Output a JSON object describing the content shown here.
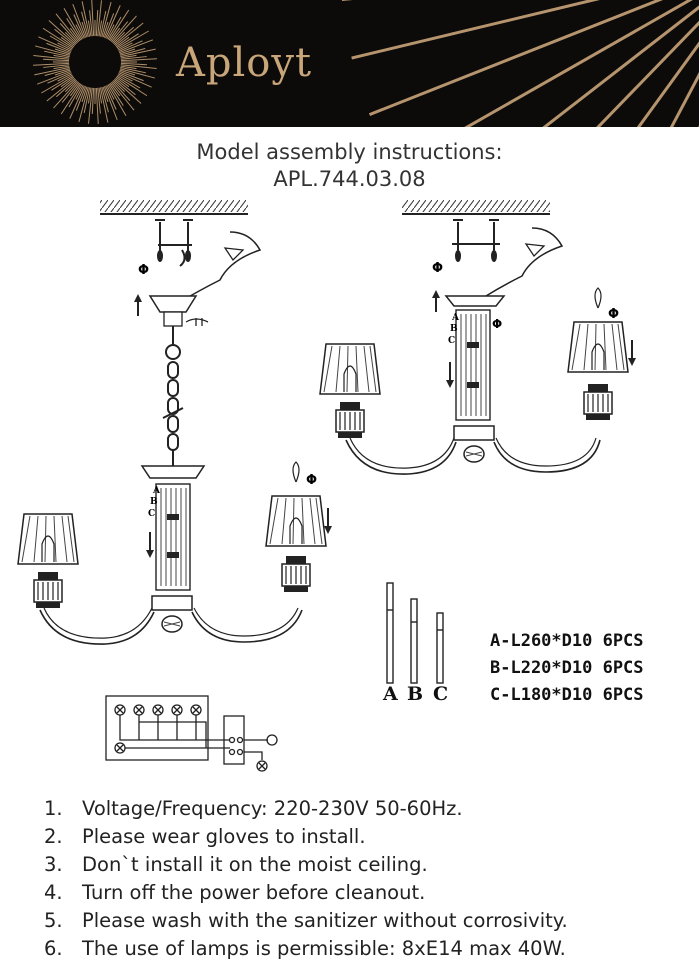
{
  "header": {
    "brand": "Aployt"
  },
  "title": {
    "line1": "Model assembly instructions:",
    "line2": "APL.744.03.08"
  },
  "labels": {
    "a": "A",
    "b": "B",
    "c": "C",
    "arrow_sym": "Φ"
  },
  "rods": [
    {
      "letter": "A",
      "spec": "A-L260*D10 6PCS"
    },
    {
      "letter": "B",
      "spec": "B-L220*D10 6PCS"
    },
    {
      "letter": "C",
      "spec": "C-L180*D10 6PCS"
    }
  ],
  "instructions": [
    {
      "num": "1.",
      "text": "Voltage/Frequency: 220-230V 50-60Hz."
    },
    {
      "num": "2.",
      "text": "Please wear gloves to install."
    },
    {
      "num": "3.",
      "text": "Don`t install it on the moist ceiling."
    },
    {
      "num": "4.",
      "text": "Turn off the power before cleanout."
    },
    {
      "num": "5.",
      "text": "Please wash with the sanitizer without corrosivity."
    },
    {
      "num": "6.",
      "text": "The use of lamps is permissible: 8xE14 max 40W."
    }
  ],
  "colors": {
    "header_bg": "#0d0b09",
    "gold": "#c9a57a"
  }
}
